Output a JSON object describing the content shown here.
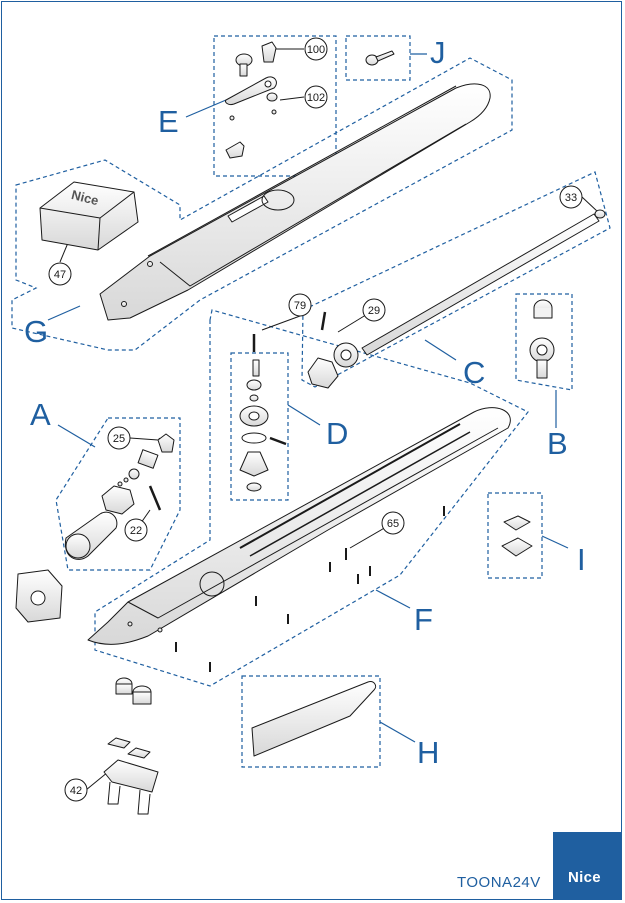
{
  "groups": [
    {
      "key": "A",
      "letter": "A"
    },
    {
      "key": "B",
      "letter": "B"
    },
    {
      "key": "C",
      "letter": "C"
    },
    {
      "key": "D",
      "letter": "D"
    },
    {
      "key": "E",
      "letter": "E"
    },
    {
      "key": "F",
      "letter": "F"
    },
    {
      "key": "G",
      "letter": "G"
    },
    {
      "key": "H",
      "letter": "H"
    },
    {
      "key": "I",
      "letter": "I"
    },
    {
      "key": "J",
      "letter": "J"
    }
  ],
  "part_numbers": {
    "p100": "100",
    "p102": "102",
    "p47": "47",
    "p33": "33",
    "p79": "79",
    "p29": "29",
    "p25": "25",
    "p22": "22",
    "p65": "65",
    "p42": "42"
  },
  "cover_logo": "Nice",
  "footer": {
    "model": "TOONA24V",
    "brand": "Nice"
  },
  "colors": {
    "accent": "#1f5fa0",
    "line": "#1a1a1a",
    "part_fill": "#f2f2f2"
  }
}
